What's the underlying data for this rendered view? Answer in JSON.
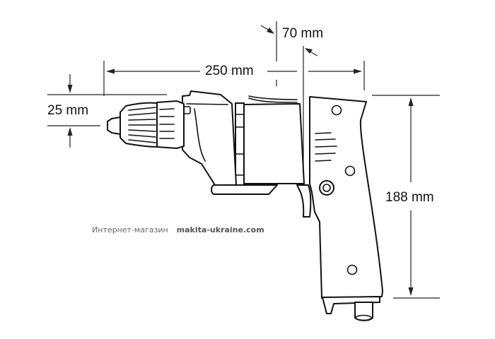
{
  "diagram": {
    "subject": "electric drill side view with overall dimensions",
    "dimensions": {
      "length": "250 mm",
      "height": "188 mm",
      "chuck_diameter": "25 mm",
      "center_to_side": "70 mm"
    }
  },
  "watermark": {
    "prefix": "Интернет-магазин",
    "site": "makita-ukraine.com"
  },
  "colors": {
    "line": "#111111",
    "background": "#ffffff",
    "watermark": "#666666"
  }
}
